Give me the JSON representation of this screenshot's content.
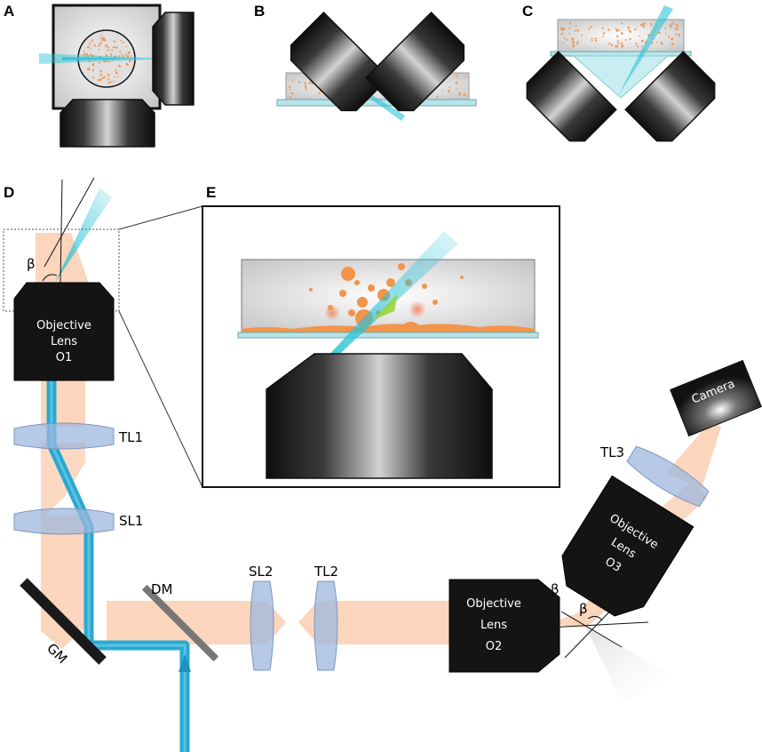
{
  "panels": {
    "a": "A",
    "b": "B",
    "c": "C",
    "d": "D",
    "e": "E"
  },
  "labels": {
    "tl1": "TL1",
    "sl1": "SL1",
    "sl2": "SL2",
    "tl2": "TL2",
    "tl3": "TL3",
    "dm": "DM",
    "gm": "GM",
    "beta": "β",
    "camera": "Camera"
  },
  "objective_o1": {
    "line1": "Objective",
    "line2": "Lens",
    "line3": "O1"
  },
  "objective_o2": {
    "line1": "Objective",
    "line2": "Lens",
    "line3": "O2"
  },
  "objective_o3": {
    "line1": "Objective",
    "line2": "Lens",
    "line3": "O3"
  },
  "colors": {
    "excitation": "#29a9d0",
    "emission_beam": "#fcd5bd",
    "droplets": "#f3944a",
    "lens_glass": "#9db7dd",
    "objective_body": "#141414",
    "coverslip": "#b9e3ea",
    "sample_bg": "#d4d4d4"
  },
  "icons": [
    "objective-lens-icon",
    "lens-element-icon",
    "mirror-icon",
    "camera-icon",
    "light-sheet-icon"
  ]
}
